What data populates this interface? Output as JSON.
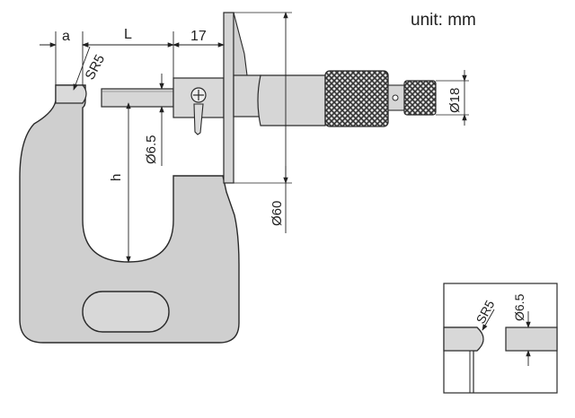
{
  "unit_label": "unit: mm",
  "dimensions": {
    "a": "a",
    "L": "L",
    "seventeen": "17",
    "sr5": "SR5",
    "d65": "Ø6.5",
    "h": "h",
    "d60": "Ø60",
    "d18": "Ø18"
  },
  "detail": {
    "sr5": "SR5",
    "d65": "Ø6.5"
  },
  "colors": {
    "frame_fill": "#d0d0d0",
    "line": "#2a2a2a",
    "knurl": "#3a3a3a"
  }
}
